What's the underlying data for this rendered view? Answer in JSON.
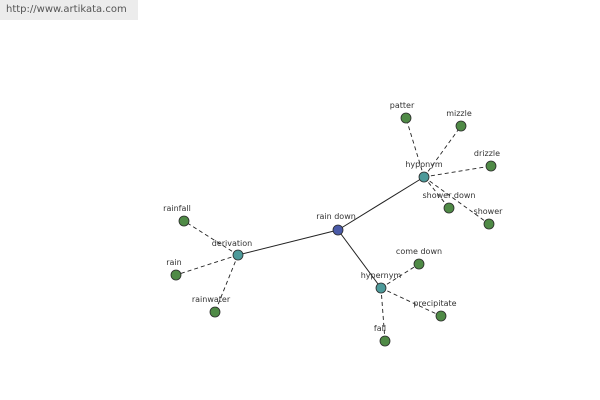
{
  "header": {
    "url": "http://www.artikata.com"
  },
  "colors": {
    "center": "#4a5aa8",
    "relation": "#4d9a9a",
    "term": "#4f8a46",
    "edge": "#222222"
  },
  "graph": {
    "nodes": [
      {
        "id": "rain-down",
        "label": "rain down",
        "kind": "center"
      },
      {
        "id": "hyponym",
        "label": "hyponym",
        "kind": "relation"
      },
      {
        "id": "derivation",
        "label": "derivation",
        "kind": "relation"
      },
      {
        "id": "hypernym",
        "label": "hypernym",
        "kind": "relation"
      },
      {
        "id": "patter",
        "label": "patter",
        "kind": "term"
      },
      {
        "id": "mizzle",
        "label": "mizzle",
        "kind": "term"
      },
      {
        "id": "drizzle",
        "label": "drizzle",
        "kind": "term"
      },
      {
        "id": "shower-down",
        "label": "shower down",
        "kind": "term"
      },
      {
        "id": "shower",
        "label": "shower",
        "kind": "term"
      },
      {
        "id": "rainfall",
        "label": "rainfall",
        "kind": "term"
      },
      {
        "id": "rain",
        "label": "rain",
        "kind": "term"
      },
      {
        "id": "rainwater",
        "label": "rainwater",
        "kind": "term"
      },
      {
        "id": "come-down",
        "label": "come down",
        "kind": "term"
      },
      {
        "id": "precipitate",
        "label": "precipitate",
        "kind": "term"
      },
      {
        "id": "fall",
        "label": "fall",
        "kind": "term"
      }
    ],
    "edges": [
      {
        "from": "rain-down",
        "to": "hyponym",
        "style": "solid"
      },
      {
        "from": "rain-down",
        "to": "derivation",
        "style": "solid"
      },
      {
        "from": "rain-down",
        "to": "hypernym",
        "style": "solid"
      },
      {
        "from": "hyponym",
        "to": "patter",
        "style": "dashed"
      },
      {
        "from": "hyponym",
        "to": "mizzle",
        "style": "dashed"
      },
      {
        "from": "hyponym",
        "to": "drizzle",
        "style": "dashed"
      },
      {
        "from": "hyponym",
        "to": "shower-down",
        "style": "dashed"
      },
      {
        "from": "hyponym",
        "to": "shower",
        "style": "dashed"
      },
      {
        "from": "derivation",
        "to": "rainfall",
        "style": "dashed"
      },
      {
        "from": "derivation",
        "to": "rain",
        "style": "dashed"
      },
      {
        "from": "derivation",
        "to": "rainwater",
        "style": "dashed"
      },
      {
        "from": "hypernym",
        "to": "come-down",
        "style": "dashed"
      },
      {
        "from": "hypernym",
        "to": "precipitate",
        "style": "dashed"
      },
      {
        "from": "hypernym",
        "to": "fall",
        "style": "dashed"
      }
    ]
  }
}
